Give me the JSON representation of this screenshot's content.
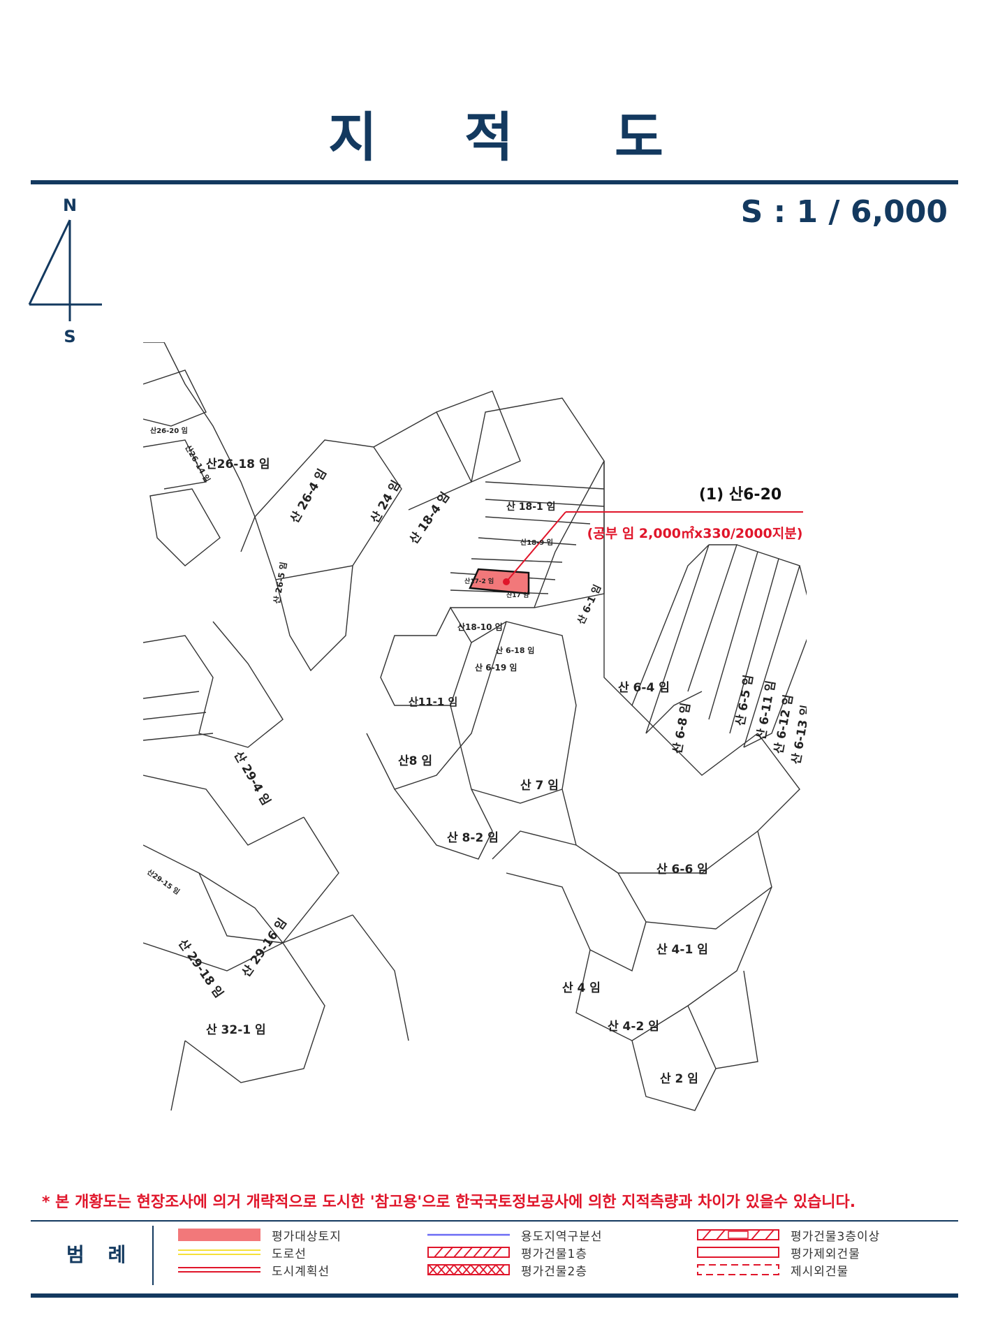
{
  "title": {
    "c1": "지",
    "c2": "적",
    "c3": "도"
  },
  "scale": "S : 1 / 6,000",
  "compass": {
    "north": "N",
    "south": "S"
  },
  "subject": {
    "label": "(1) 산6-20",
    "note": "(공부 임 2,000㎡x330/2000지분)",
    "highlight_color": "#f2787a"
  },
  "parcels": [
    "산26-18 임",
    "산 26-4 임",
    "산 24 임",
    "산 18-4 임",
    "산 18-1 임",
    "산18-10 임",
    "산 6-1 임",
    "산 6-4 임",
    "산 6-8 임",
    "산 6-5 임",
    "산 6-11 임",
    "산 6-12 임",
    "산 6-13 임",
    "산11-1 임",
    "산 6-19 임",
    "산 6-18 임",
    "산 29-4 임",
    "산8 임",
    "산 7 임",
    "산 8-2 임",
    "산 6-6 임",
    "산 29-16 임",
    "산 29-18 임",
    "산 4-1 임",
    "산 4 임",
    "산 4-2 임",
    "산 32-1 임",
    "산 2 임",
    "산 26-5 임",
    "산26-14 임",
    "산26-20 임",
    "산29-15 임",
    "산18-9 임",
    "산17 임",
    "산17-2 임"
  ],
  "disclaimer": "* 본 개황도는 현장조사에 의거 개략적으로 도시한 '참고용'으로 한국국토정보공사에 의한 지적측량과 차이가 있을수 있습니다.",
  "legend": {
    "label": "범 례",
    "items": [
      {
        "text": "평가대상토지",
        "icon": "fill-red"
      },
      {
        "text": "도로선",
        "icon": "line-yellow"
      },
      {
        "text": "도시계획선",
        "icon": "line-red"
      },
      {
        "text": "용도지역구분선",
        "icon": "line-blue"
      },
      {
        "text": "평가건물1층",
        "icon": "hatch-red"
      },
      {
        "text": "평가건물2층",
        "icon": "cross-red"
      },
      {
        "text": "평가건물3층이상",
        "icon": "hatch-box-red"
      },
      {
        "text": "평가제외건물",
        "icon": "box-red"
      },
      {
        "text": "제시외건물",
        "icon": "dashed-box-red"
      }
    ]
  },
  "colors": {
    "navy": "#13395f",
    "red": "#e0152a",
    "parcel_fill": "#f2787a"
  }
}
